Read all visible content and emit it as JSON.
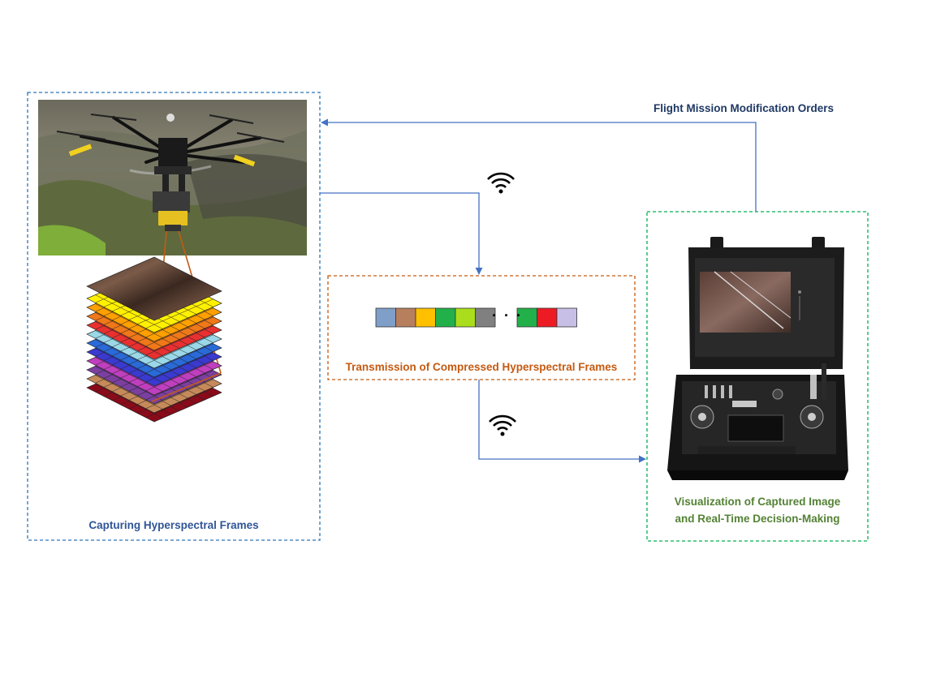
{
  "capture_panel": {
    "label": "Capturing Hyperspectral Frames",
    "border_color": "#2e75b6"
  },
  "transmission_panel": {
    "label": "Transmission of Compressed Hyperspectral Frames",
    "border_color": "#c55a11",
    "frame_colors": [
      "#7f9fc9",
      "#b87f5f",
      "#ffc000",
      "#22b04a",
      "#aade1c",
      "#808080",
      "#22b04a",
      "#ed1c24",
      "#c8bfe7"
    ],
    "ellipsis": "· · ·"
  },
  "visualization_panel": {
    "label_line1": "Visualization of Captured Image",
    "label_line2": "and Real-Time Decision-Making",
    "border_color": "#00b050"
  },
  "feedback": {
    "label": "Flight Mission Modification Orders"
  },
  "arrow_color": "#4472c4",
  "icons": [
    "drone-photo",
    "hyperspectral-cube-icon",
    "wifi-icon",
    "ground-station-case"
  ],
  "cube_layer_colors": [
    "#8b0a1a",
    "#c68a5a",
    "#7b3fa0",
    "#bf3fbf",
    "#3a3ad0",
    "#2a6ad8",
    "#9ad8e8",
    "#e83030",
    "#f07818",
    "#ffa000",
    "#fff000"
  ]
}
